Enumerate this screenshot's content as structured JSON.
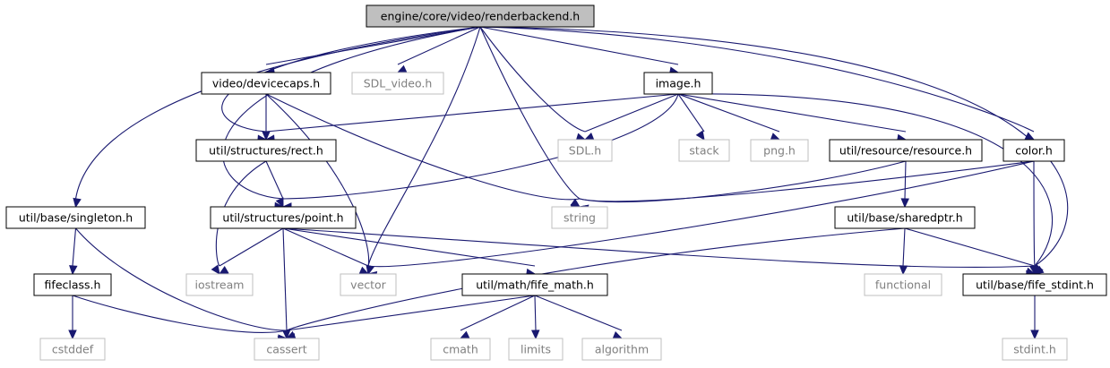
{
  "diagram": {
    "nodes": [
      {
        "id": "renderbackend",
        "label": "engine/core/video/renderbackend.h",
        "kind": "root"
      },
      {
        "id": "devicecaps",
        "label": "video/devicecaps.h",
        "kind": "primary"
      },
      {
        "id": "sdl_video",
        "label": "SDL_video.h",
        "kind": "external"
      },
      {
        "id": "image",
        "label": "image.h",
        "kind": "primary"
      },
      {
        "id": "rect",
        "label": "util/structures/rect.h",
        "kind": "primary"
      },
      {
        "id": "sdl",
        "label": "SDL.h",
        "kind": "external"
      },
      {
        "id": "stack",
        "label": "stack",
        "kind": "external"
      },
      {
        "id": "png",
        "label": "png.h",
        "kind": "external"
      },
      {
        "id": "resource",
        "label": "util/resource/resource.h",
        "kind": "primary"
      },
      {
        "id": "color",
        "label": "color.h",
        "kind": "primary"
      },
      {
        "id": "singleton",
        "label": "util/base/singleton.h",
        "kind": "primary"
      },
      {
        "id": "point",
        "label": "util/structures/point.h",
        "kind": "primary"
      },
      {
        "id": "string",
        "label": "string",
        "kind": "external"
      },
      {
        "id": "sharedptr",
        "label": "util/base/sharedptr.h",
        "kind": "primary"
      },
      {
        "id": "fifeclass",
        "label": "fifeclass.h",
        "kind": "primary"
      },
      {
        "id": "iostream",
        "label": "iostream",
        "kind": "external"
      },
      {
        "id": "vector",
        "label": "vector",
        "kind": "external"
      },
      {
        "id": "fife_math",
        "label": "util/math/fife_math.h",
        "kind": "primary"
      },
      {
        "id": "functional",
        "label": "functional",
        "kind": "external"
      },
      {
        "id": "fife_stdint",
        "label": "util/base/fife_stdint.h",
        "kind": "primary"
      },
      {
        "id": "cstddef",
        "label": "cstddef",
        "kind": "external"
      },
      {
        "id": "cassert",
        "label": "cassert",
        "kind": "external"
      },
      {
        "id": "cmath",
        "label": "cmath",
        "kind": "external"
      },
      {
        "id": "limits",
        "label": "limits",
        "kind": "external"
      },
      {
        "id": "algorithm",
        "label": "algorithm",
        "kind": "external"
      },
      {
        "id": "stdint",
        "label": "stdint.h",
        "kind": "external"
      }
    ],
    "edges": [
      [
        "renderbackend",
        "devicecaps"
      ],
      [
        "renderbackend",
        "sdl_video"
      ],
      [
        "renderbackend",
        "image"
      ],
      [
        "renderbackend",
        "rect"
      ],
      [
        "renderbackend",
        "sdl"
      ],
      [
        "renderbackend",
        "color"
      ],
      [
        "renderbackend",
        "singleton"
      ],
      [
        "renderbackend",
        "point"
      ],
      [
        "renderbackend",
        "string"
      ],
      [
        "renderbackend",
        "vector"
      ],
      [
        "renderbackend",
        "fife_stdint"
      ],
      [
        "devicecaps",
        "rect"
      ],
      [
        "devicecaps",
        "string"
      ],
      [
        "devicecaps",
        "vector"
      ],
      [
        "image",
        "rect"
      ],
      [
        "image",
        "sdl"
      ],
      [
        "image",
        "stack"
      ],
      [
        "image",
        "png"
      ],
      [
        "image",
        "resource"
      ],
      [
        "image",
        "point"
      ],
      [
        "image",
        "fife_stdint"
      ],
      [
        "rect",
        "point"
      ],
      [
        "rect",
        "iostream"
      ],
      [
        "resource",
        "string"
      ],
      [
        "resource",
        "sharedptr"
      ],
      [
        "color",
        "string"
      ],
      [
        "color",
        "vector"
      ],
      [
        "color",
        "fife_stdint"
      ],
      [
        "singleton",
        "fifeclass"
      ],
      [
        "singleton",
        "cassert"
      ],
      [
        "point",
        "iostream"
      ],
      [
        "point",
        "vector"
      ],
      [
        "point",
        "cassert"
      ],
      [
        "point",
        "fife_math"
      ],
      [
        "point",
        "fife_stdint"
      ],
      [
        "sharedptr",
        "functional"
      ],
      [
        "sharedptr",
        "cassert"
      ],
      [
        "sharedptr",
        "fife_stdint"
      ],
      [
        "fifeclass",
        "cstddef"
      ],
      [
        "fifeclass",
        "cassert"
      ],
      [
        "fife_math",
        "cassert"
      ],
      [
        "fife_math",
        "cmath"
      ],
      [
        "fife_math",
        "limits"
      ],
      [
        "fife_math",
        "algorithm"
      ],
      [
        "fife_stdint",
        "stdint"
      ]
    ]
  }
}
